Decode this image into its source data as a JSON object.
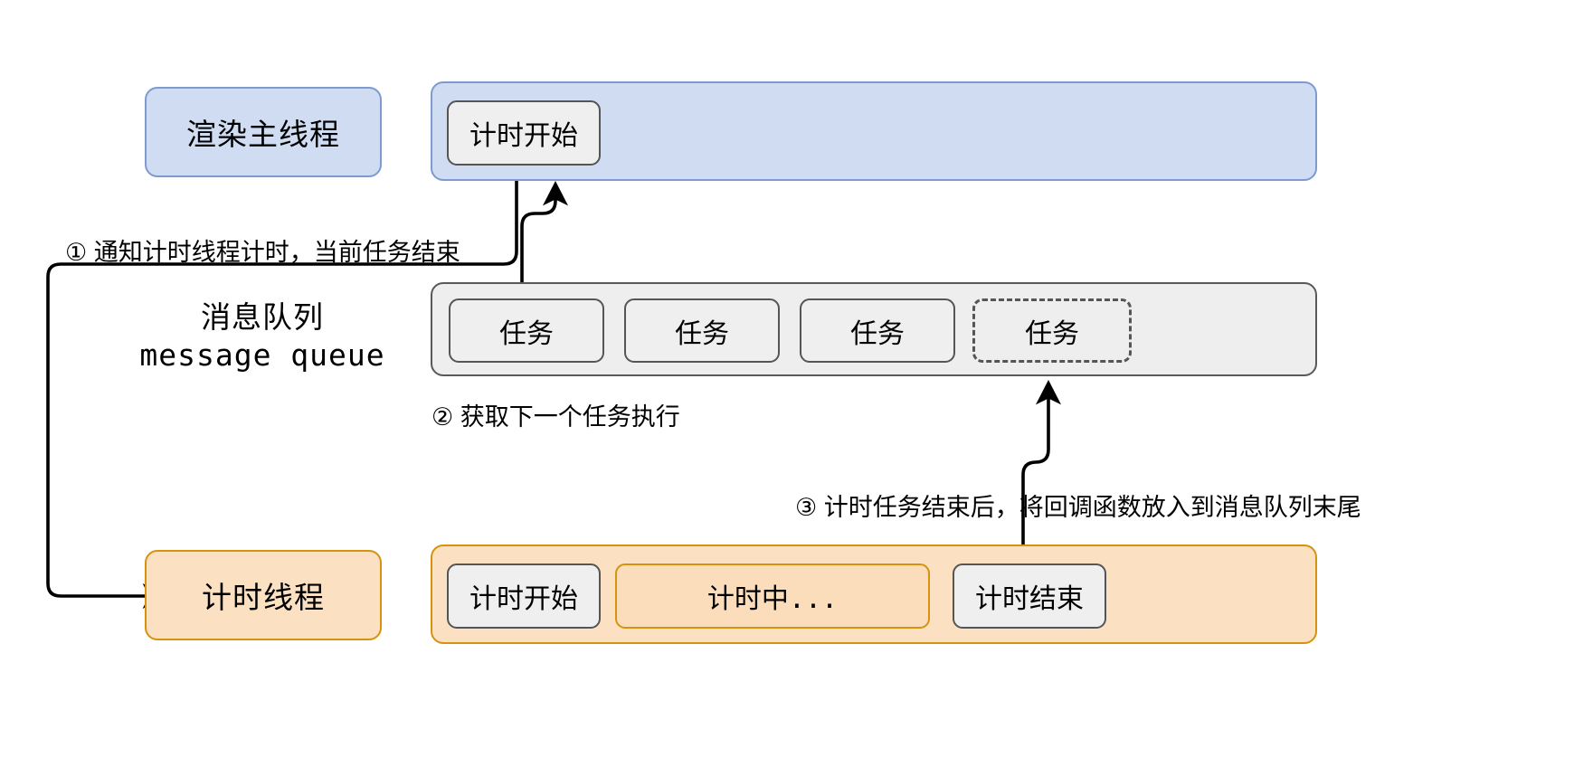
{
  "diagram": {
    "title_semantic": "browser-event-loop-timer-diagram",
    "colors": {
      "main_thread_fill": "#cfdcf2",
      "main_thread_stroke": "#7d9ad1",
      "queue_fill": "#eeeeee",
      "queue_stroke": "#595959",
      "timer_fill": "#fce0c2",
      "timer_stroke": "#d79210",
      "box_fill": "#efefef",
      "box_stroke": "#555555",
      "text": "#000000",
      "background": "#ffffff"
    }
  },
  "main_thread": {
    "label": "渲染主线程",
    "boxes": [
      {
        "text": "计时开始"
      }
    ]
  },
  "message_queue": {
    "label_cn": "消息队列",
    "label_en": "message queue",
    "boxes": [
      {
        "text": "任务",
        "style": "solid"
      },
      {
        "text": "任务",
        "style": "solid"
      },
      {
        "text": "任务",
        "style": "solid"
      },
      {
        "text": "任务",
        "style": "dashed"
      }
    ]
  },
  "timer_thread": {
    "label": "计时线程",
    "boxes": [
      {
        "text": "计时开始",
        "style": "solid"
      },
      {
        "text": "计时中...",
        "style": "orange"
      },
      {
        "text": "计时结束",
        "style": "solid"
      }
    ]
  },
  "annotations": [
    {
      "id": "step-1",
      "text": "① 通知计时线程计时，当前任务结束"
    },
    {
      "id": "step-2",
      "text": "② 获取下一个任务执行"
    },
    {
      "id": "step-3",
      "text": "③ 计时任务结束后，将回调函数放入到消息队列末尾"
    }
  ]
}
